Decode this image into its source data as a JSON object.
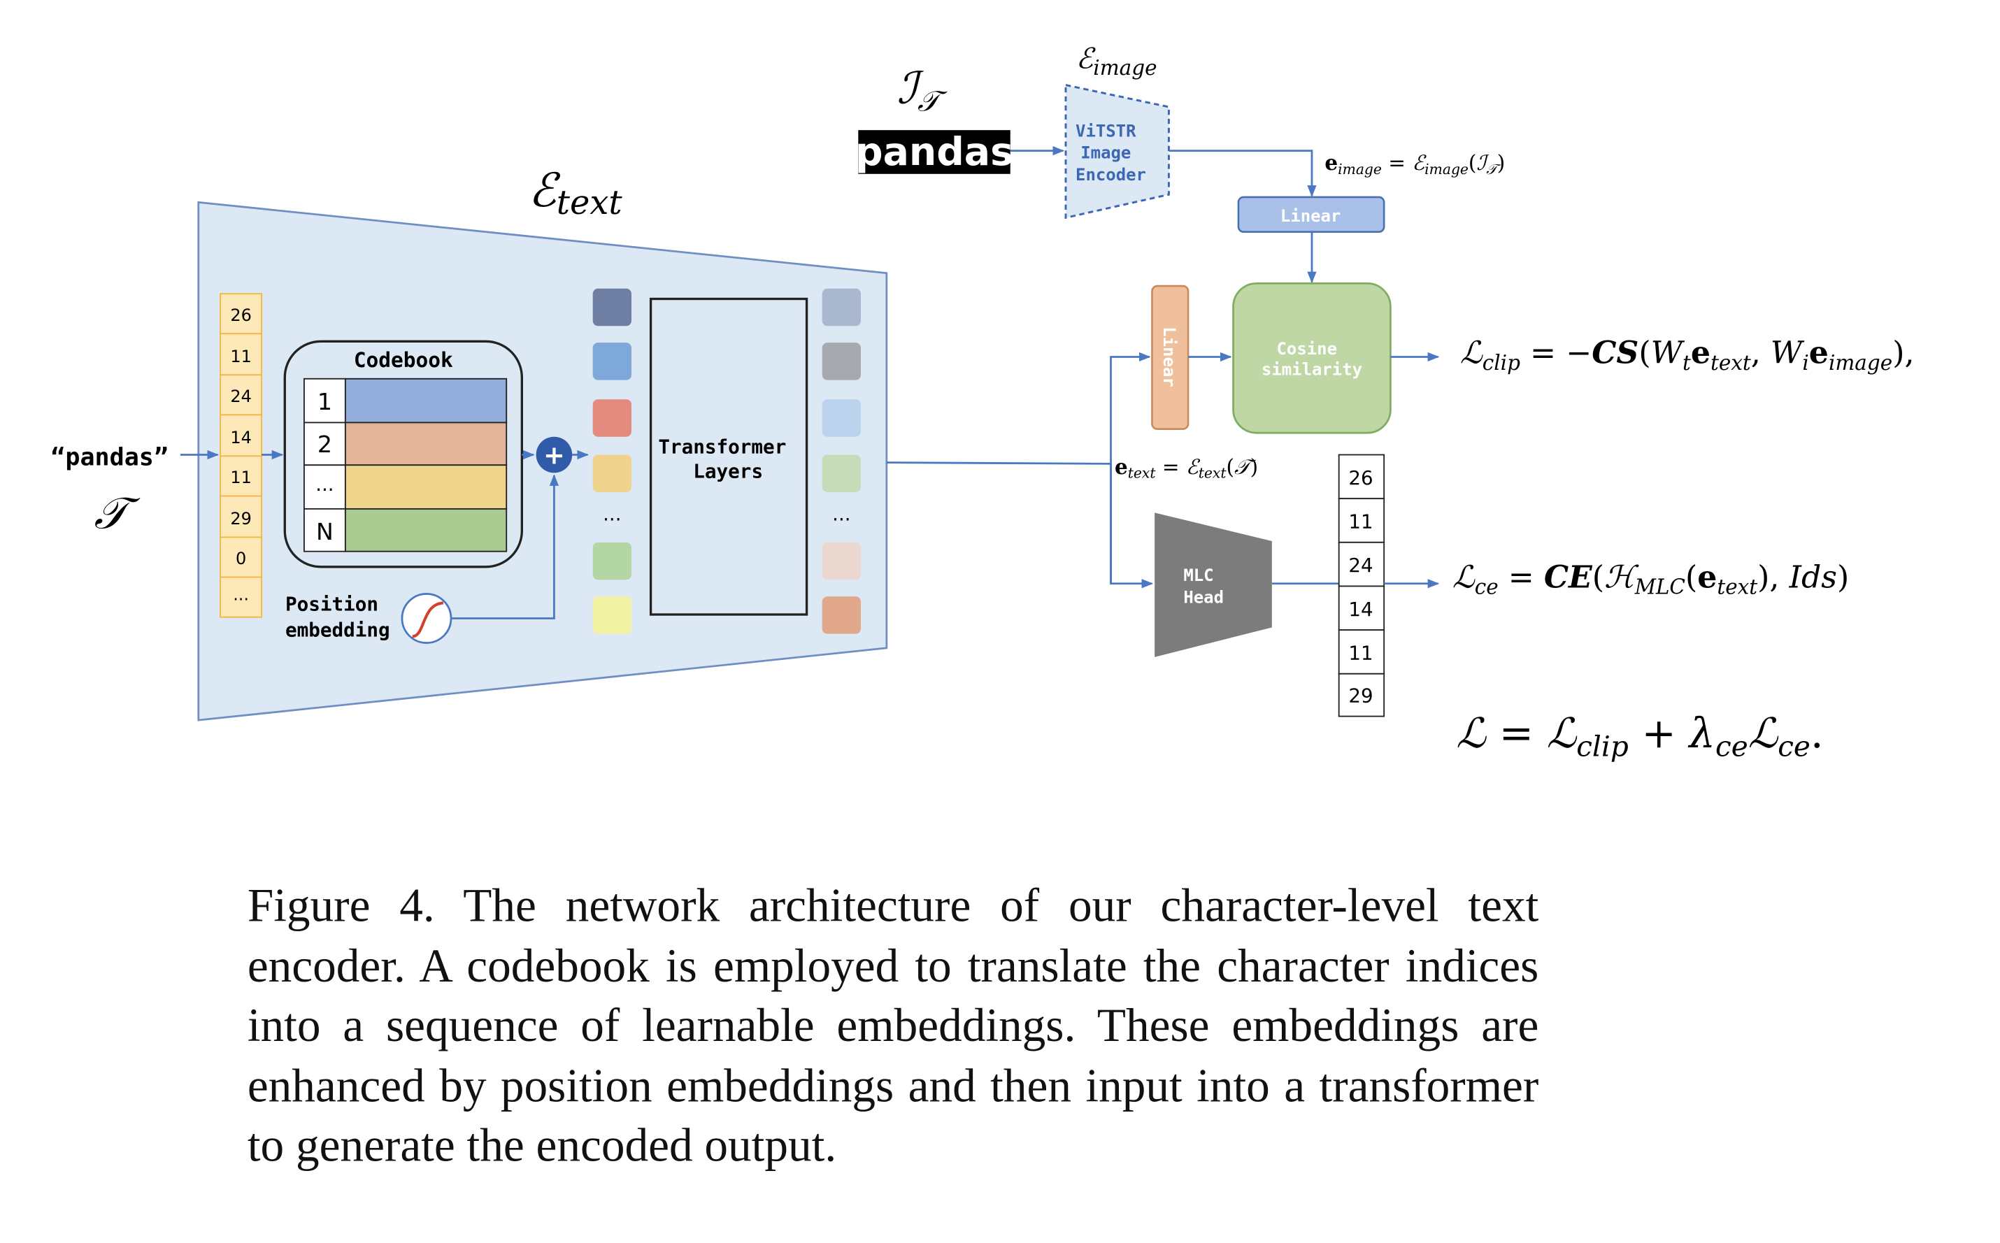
{
  "figure": {
    "text_input": "“pandas”",
    "text_symbol": "𝒯",
    "image_symbol": "ℐ",
    "image_symbol_sub": "𝒯",
    "image_word": "pandas",
    "text_encoder_label": "ℰ",
    "text_encoder_sub": "text",
    "image_encoder_label": "ℰ",
    "image_encoder_sub": "image",
    "vitstr_lines": [
      "ViTSTR",
      "Image",
      "Encoder"
    ],
    "index_tokens": [
      "26",
      "11",
      "24",
      "14",
      "11",
      "29",
      "0",
      "..."
    ],
    "codebook_title": "Codebook",
    "codebook_rows": [
      "1",
      "2",
      "...",
      "N"
    ],
    "position_embedding_lines": [
      "Position",
      "embedding"
    ],
    "plus_symbol": "+",
    "transformer_lines": [
      "Transformer",
      "Layers"
    ],
    "ellipsis": "...",
    "linear_label": "Linear",
    "cosine_lines": [
      "Cosine",
      "similarity"
    ],
    "mlc_lines": [
      "MLC",
      "Head"
    ],
    "output_ids": [
      "26",
      "11",
      "24",
      "14",
      "11",
      "29"
    ],
    "e_image_eq": "e_image = ℰ_image(ℐ_𝒯)",
    "e_text_eq": "e_text = ℰ_text(𝒯)",
    "l_clip_eq": "ℒ_clip = −CS(W_t e_text, W_i e_image),",
    "l_ce_eq": "ℒ_ce = CE(ℋ_MLC(e_text), Ids)",
    "l_total_eq": "ℒ = ℒ_clip + λ_ce ℒ_ce."
  },
  "colors": {
    "encoder_bg": "#dde8f5",
    "token_fill": "#fde9b8",
    "token_stroke": "#f2b642",
    "codebook_colors": [
      "#93aedc",
      "#e3b49a",
      "#efd58b",
      "#a9cb92"
    ],
    "embedding_colors": [
      "#6f7fa3",
      "#7ea7da",
      "#e48a7e",
      "#efd28e",
      "#b4d6a4",
      "#f1f2a3"
    ],
    "output_colors": [
      "#a9b8cf",
      "#a6a9ad",
      "#bcd3ee",
      "#c6dcb9",
      "#ead7cf",
      "#e0a78a"
    ],
    "linear_blue": "#a9c0e8",
    "linear_orange": "#f0bf9c",
    "cosine_green": "#bfd7a5",
    "mlc_gray": "#7c7c7c",
    "arrow_blue": "#4a78c2"
  },
  "caption": "Figure 4.  The network architecture of our character-level text encoder.  A codebook is employed to translate the character indices into a sequence of learnable embeddings. These embeddings are enhanced by position embeddings and then input into a transformer to generate the encoded output."
}
